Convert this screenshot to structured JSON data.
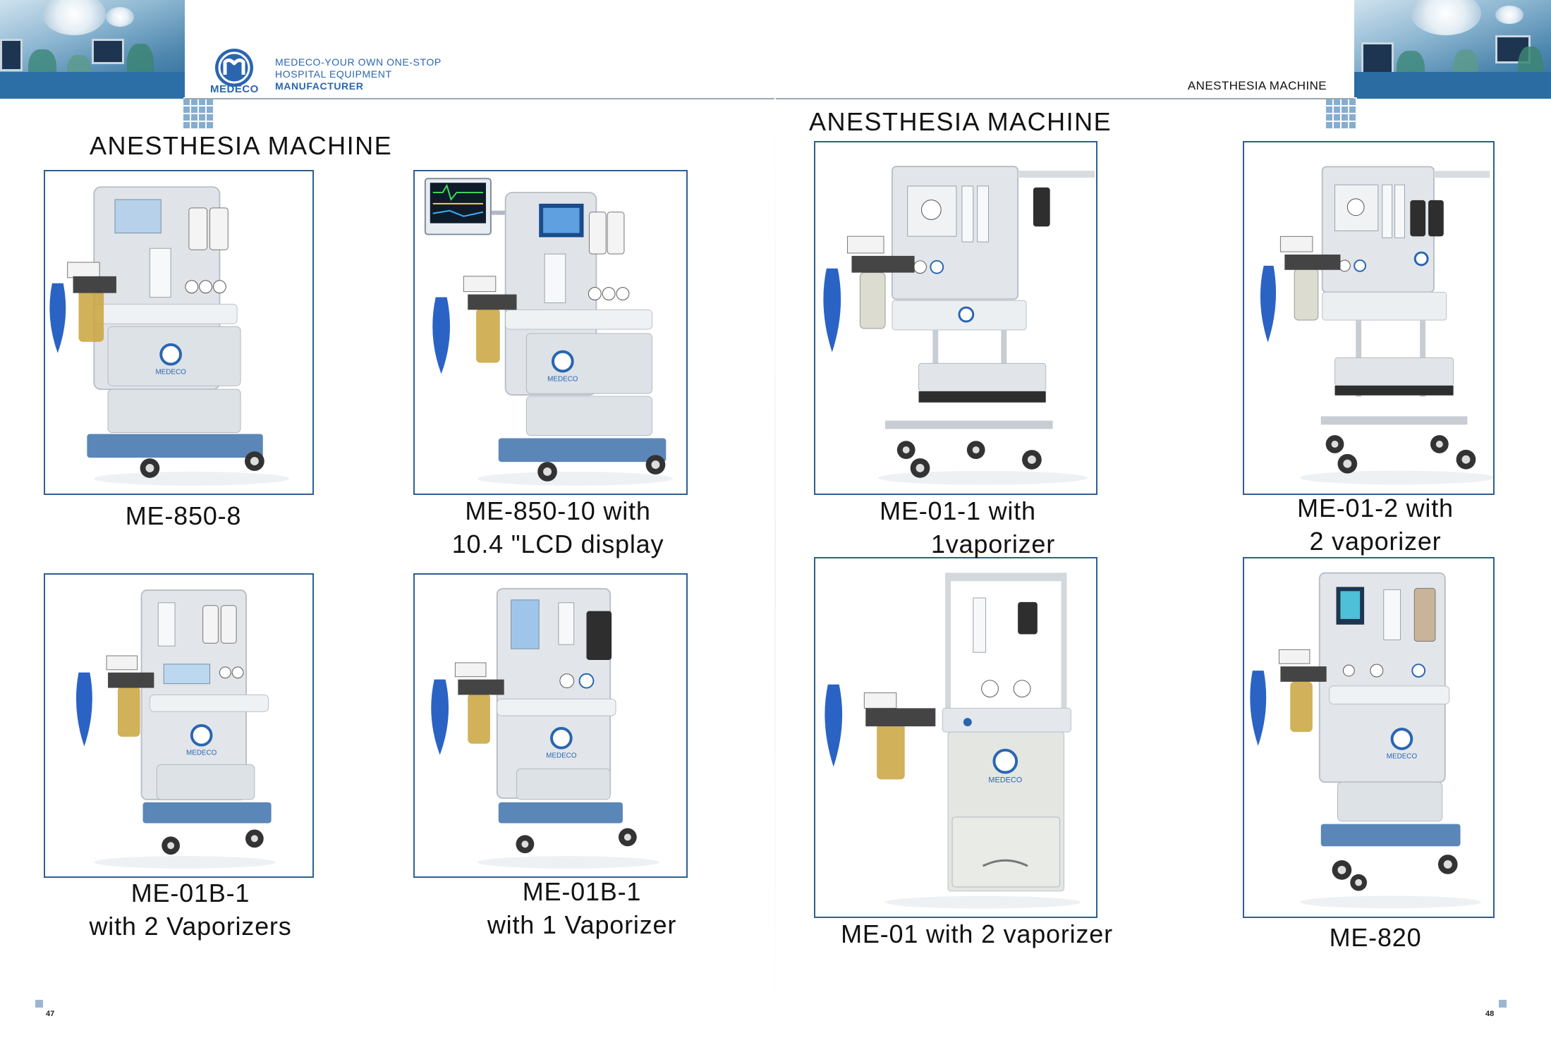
{
  "header": {
    "brand": "MEDECO",
    "tagline_lines": [
      "MEDECO-YOUR OWN ONE-STOP",
      "HOSPITAL EQUIPMENT",
      "MANUFACTURER"
    ],
    "running_head": "ANESTHESIA MACHINE"
  },
  "left_page": {
    "title": "ANESTHESIA MACHINE",
    "page_number": "47",
    "products": [
      {
        "caption_lines": [
          "ME-850-8"
        ]
      },
      {
        "caption_lines": [
          "ME-850-10 with",
          "10.4 \"LCD display"
        ]
      },
      {
        "caption_lines": [
          "ME-01B-1",
          "with 2 Vaporizers"
        ]
      },
      {
        "caption_lines": [
          "ME-01B-1",
          "with 1 Vaporizer"
        ]
      }
    ]
  },
  "right_page": {
    "title": "ANESTHESIA MACHINE",
    "page_number": "48",
    "products": [
      {
        "caption_lines": [
          "ME-01-1 with",
          "1vaporizer"
        ]
      },
      {
        "caption_lines": [
          "ME-01-2 with",
          "2 vaporizer"
        ]
      },
      {
        "caption_lines": [
          "ME-01 with 2 vaporizer"
        ]
      },
      {
        "caption_lines": [
          "ME-820"
        ]
      }
    ]
  },
  "image_logo_text": "MEDECO",
  "colors": {
    "brand_blue": "#2a65b0",
    "frame_border": "#2f5f91",
    "machine_body": "#dfe3e8",
    "machine_base": "#5b86b8",
    "bag_blue": "#2a63c4",
    "canister": "#c9a33c"
  }
}
